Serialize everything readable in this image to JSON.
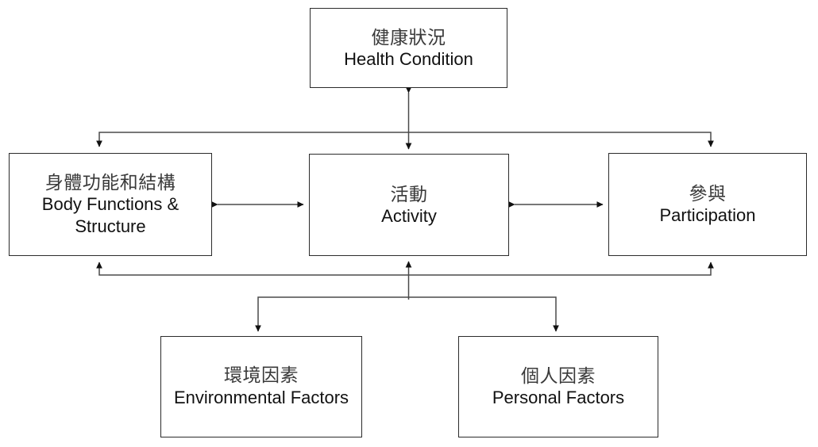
{
  "diagram": {
    "title": "ICF Model",
    "stroke_color": "#2b2b2b",
    "cjk_text_color": "#3a3a3a",
    "en_text_color": "#111111",
    "background_color": "#ffffff"
  },
  "nodes": [
    {
      "id": "health-condition",
      "cjk": "健康狀況",
      "en": "Health Condition"
    },
    {
      "id": "body-functions-structure",
      "cjk": "身體功能和結構",
      "en": "Body Functions & Structure"
    },
    {
      "id": "activity",
      "cjk": "活動",
      "en": "Activity"
    },
    {
      "id": "participation",
      "cjk": "參與",
      "en": "Participation"
    },
    {
      "id": "environmental-factors",
      "cjk": "環境因素",
      "en": "Environmental Factors"
    },
    {
      "id": "personal-factors",
      "cjk": "個人因素",
      "en": "Personal Factors"
    }
  ],
  "connectors": [
    {
      "id": "health-activity",
      "from": "health-condition",
      "to": "activity",
      "style": "double-arrow-vertical"
    },
    {
      "id": "health-body",
      "from": "health-condition",
      "to": "body-functions-structure",
      "style": "elbow-arrow-down"
    },
    {
      "id": "health-participation",
      "from": "health-condition",
      "to": "participation",
      "style": "elbow-arrow-down"
    },
    {
      "id": "body-activity",
      "from": "body-functions-structure",
      "to": "activity",
      "style": "double-arrow-horizontal"
    },
    {
      "id": "activity-participation",
      "from": "activity",
      "to": "participation",
      "style": "double-arrow-horizontal"
    },
    {
      "id": "factors-body",
      "from": "environmental-personal-factors",
      "to": "body-functions-structure",
      "style": "elbow-arrow-up"
    },
    {
      "id": "factors-activity",
      "from": "environmental-personal-factors",
      "to": "activity",
      "style": "arrow-up"
    },
    {
      "id": "factors-participation",
      "from": "environmental-personal-factors",
      "to": "participation",
      "style": "elbow-arrow-up"
    },
    {
      "id": "activity-environmental",
      "from": "activity",
      "to": "environmental-factors",
      "style": "elbow-arrow-down"
    },
    {
      "id": "activity-personal",
      "from": "activity",
      "to": "personal-factors",
      "style": "elbow-arrow-down"
    }
  ]
}
